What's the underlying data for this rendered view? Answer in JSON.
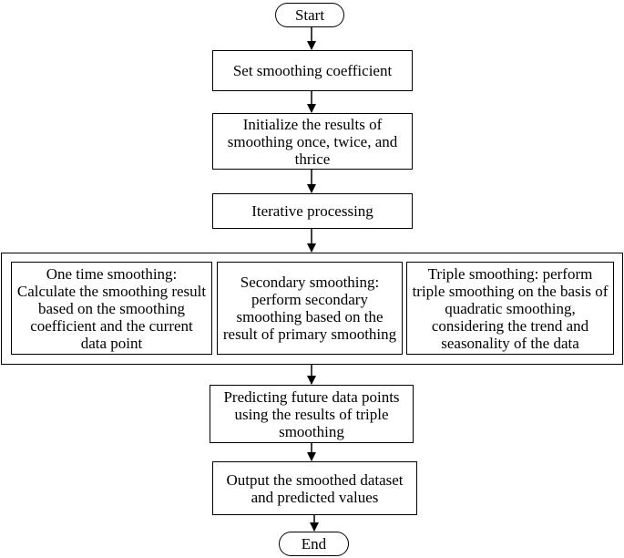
{
  "flowchart": {
    "start": "Start",
    "set_coefficient": "Set smoothing coefficient",
    "initialize": "Initialize the results of smoothing once, twice, and thrice",
    "iterate": "Iterative processing",
    "one_time": "One time smoothing: Calculate the smoothing result based on the smoothing coefficient and the current data point",
    "secondary": "Secondary smoothing: perform secondary smoothing based on the result of primary smoothing",
    "triple": "Triple smoothing: perform triple smoothing on the basis of quadratic smoothing, considering the trend and seasonality of the data",
    "predict": "Predicting future data points using the results of triple smoothing",
    "output": "Output the smoothed dataset and predicted values",
    "end": "End"
  }
}
